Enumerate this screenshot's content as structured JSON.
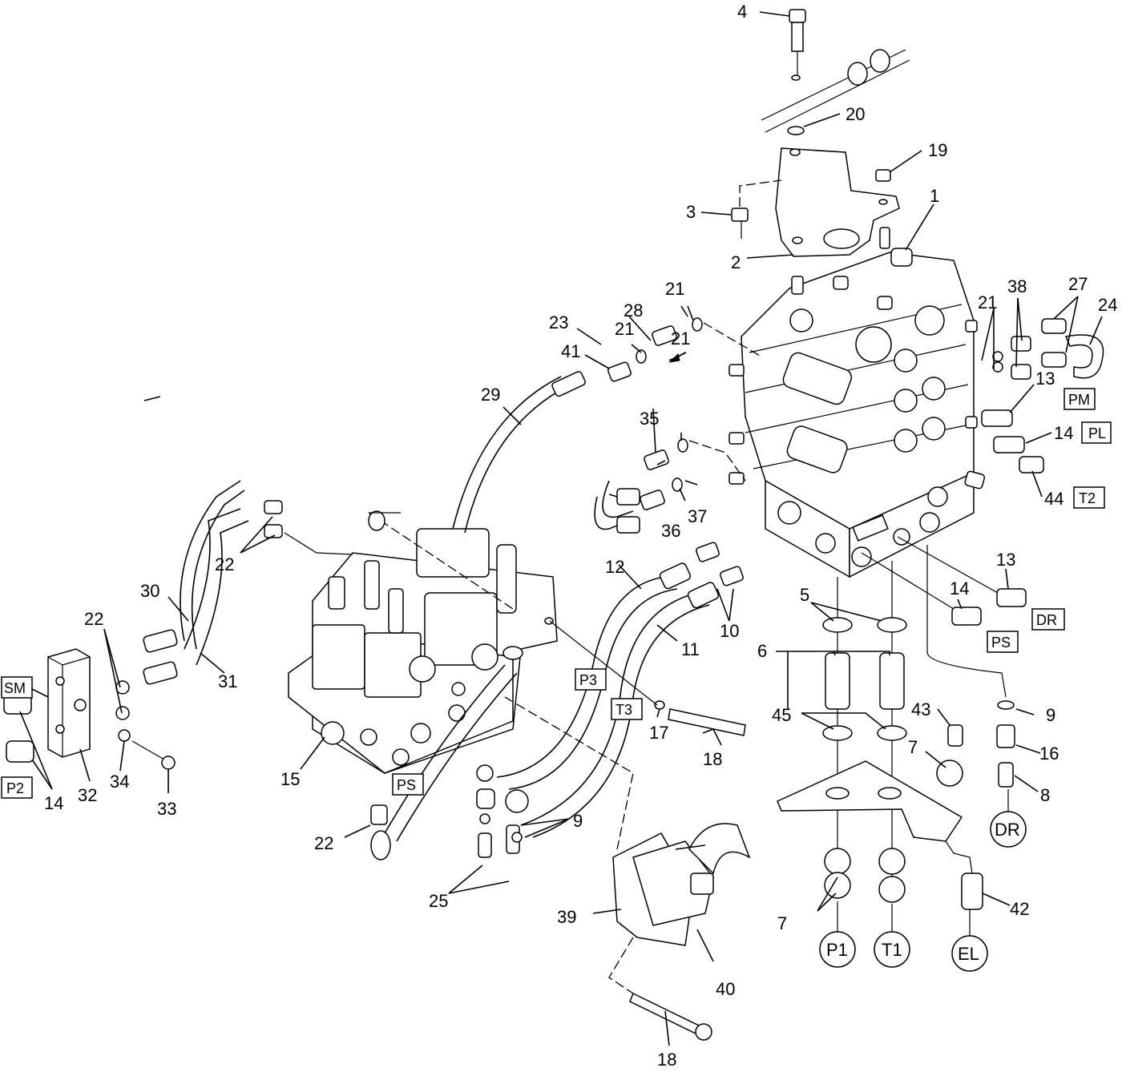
{
  "callouts": [
    "1",
    "2",
    "3",
    "4",
    "5",
    "6",
    "7",
    "7",
    "7",
    "8",
    "9",
    "9",
    "9",
    "10",
    "11",
    "12",
    "13",
    "13",
    "14",
    "14",
    "14",
    "15",
    "16",
    "17",
    "18",
    "18",
    "19",
    "20",
    "21",
    "21",
    "21",
    "21",
    "22",
    "22",
    "22",
    "23",
    "24",
    "25",
    "27",
    "28",
    "29",
    "30",
    "31",
    "32",
    "33",
    "34",
    "35",
    "36",
    "37",
    "38",
    "39",
    "40",
    "41",
    "42",
    "43",
    "44",
    "45"
  ],
  "port_tags": {
    "pm": "PM",
    "pl": "PL",
    "t2": "T2",
    "dr": "DR",
    "ps_right": "PS",
    "p3": "P3",
    "t3": "T3",
    "ps_left": "PS",
    "sm": "SM",
    "p2": "P2"
  },
  "circle_tags": {
    "dr": "DR",
    "p1": "P1",
    "t1": "T1",
    "el": "EL"
  }
}
